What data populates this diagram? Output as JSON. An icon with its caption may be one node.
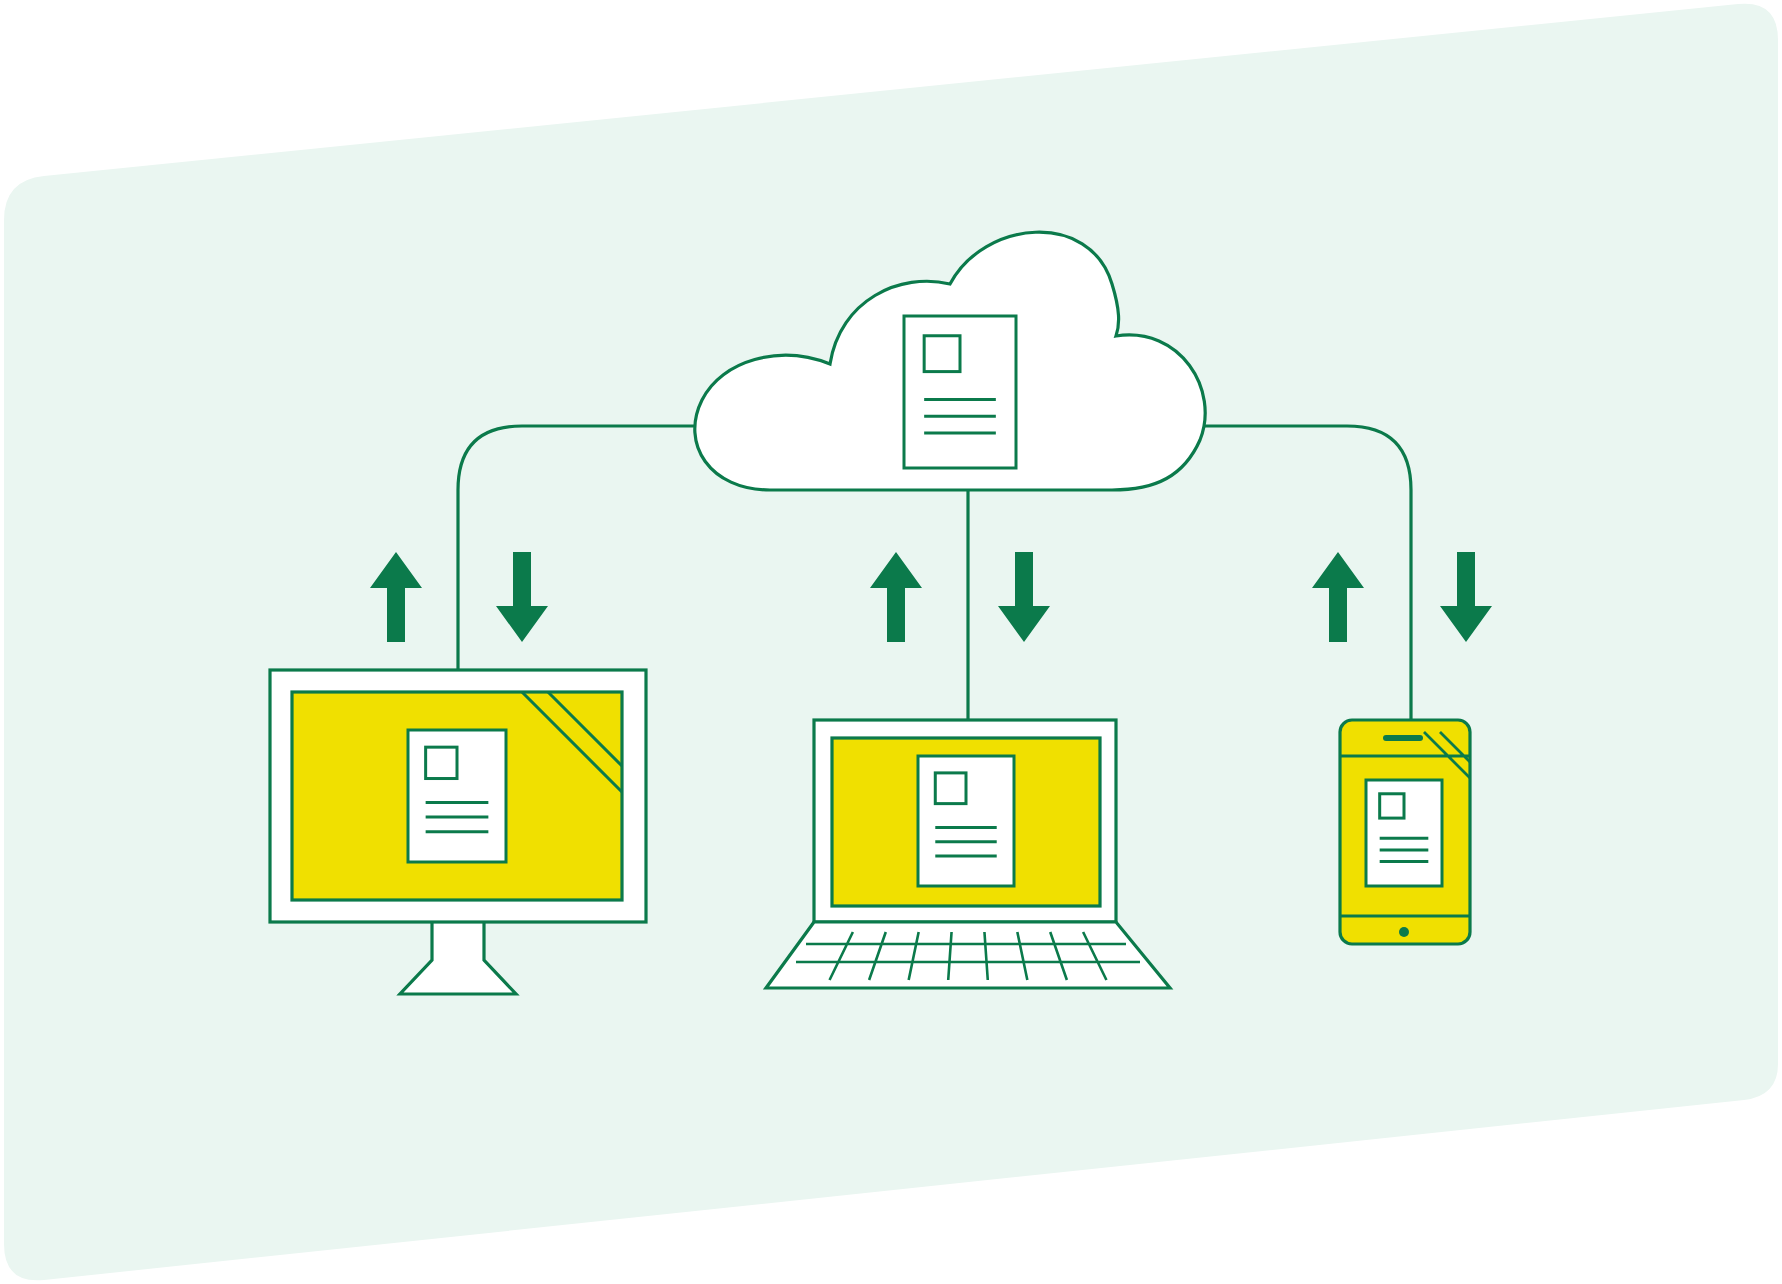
{
  "diagram": {
    "nodes": [
      {
        "text": [],
        "shape": "cloud"
      },
      {
        "text": [],
        "shape": "monitor"
      },
      {
        "text": [],
        "shape": "laptop"
      },
      {
        "text": [],
        "shape": "phone"
      }
    ],
    "edges": [
      {
        "from": 0,
        "to": 1,
        "arrow": "none"
      },
      {
        "from": 0,
        "to": 2,
        "arrow": "none"
      },
      {
        "from": 0,
        "to": 3,
        "arrow": "none"
      }
    ]
  }
}
